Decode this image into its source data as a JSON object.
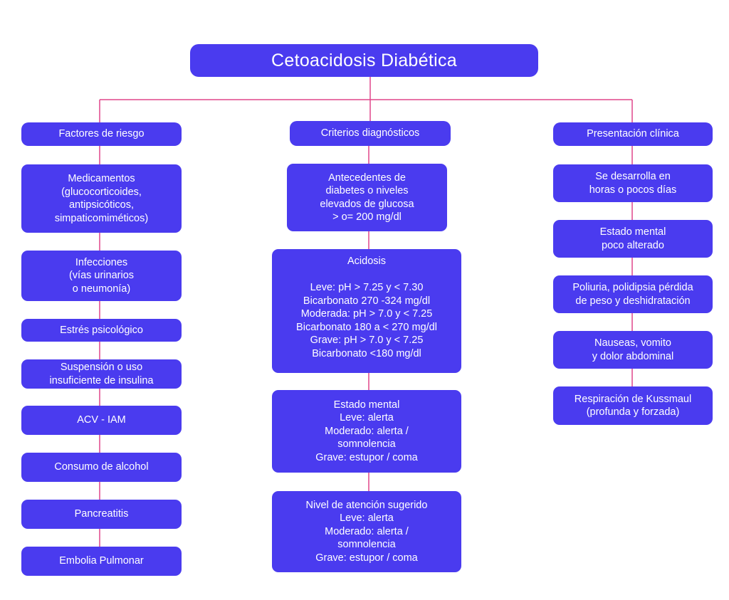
{
  "title": "Cetoacidosis Diabética",
  "columns": {
    "risk": {
      "header": "Factores de riesgo",
      "items": [
        "Medicamentos\n(glucocorticoides,\nantipsicóticos,\nsimpaticomiméticos)",
        "Infecciones\n(vías urinarios\no neumonía)",
        "Estrés psicológico",
        "Suspensión o uso\ninsuficiente de insulina",
        "ACV - IAM",
        "Consumo de alcohol",
        "Pancreatitis",
        "Embolia Pulmonar"
      ]
    },
    "criteria": {
      "header": "Criterios diagnósticos",
      "items": [
        "Antecedentes de\ndiabetes o niveles\nelevados de glucosa\n> o= 200 mg/dl",
        "Acidosis\n\nLeve: pH > 7.25 y < 7.30\nBicarbonato 270 -324 mg/dl\nModerada: pH > 7.0 y < 7.25\nBicarbonato 180 a < 270 mg/dl\nGrave: pH > 7.0 y < 7.25\nBicarbonato <180 mg/dl",
        "Estado mental\nLeve: alerta\nModerado: alerta /\nsomnolencia\nGrave: estupor / coma",
        "Nivel de atención sugerido\nLeve: alerta\nModerado: alerta /\nsomnolencia\nGrave: estupor / coma"
      ]
    },
    "clinical": {
      "header": "Presentación clínica",
      "items": [
        "Se desarrolla en\nhoras o pocos días",
        "Estado mental\npoco alterado",
        "Poliuria, polidipsia pérdida\nde peso y deshidratación",
        "Nauseas, vomito\ny dolor abdominal",
        "Respiración de Kussmaul\n(profunda y forzada)"
      ]
    }
  },
  "colors": {
    "box_fill": "#4a3bef",
    "box_text": "#ffffff",
    "connector": "#e0468a"
  }
}
